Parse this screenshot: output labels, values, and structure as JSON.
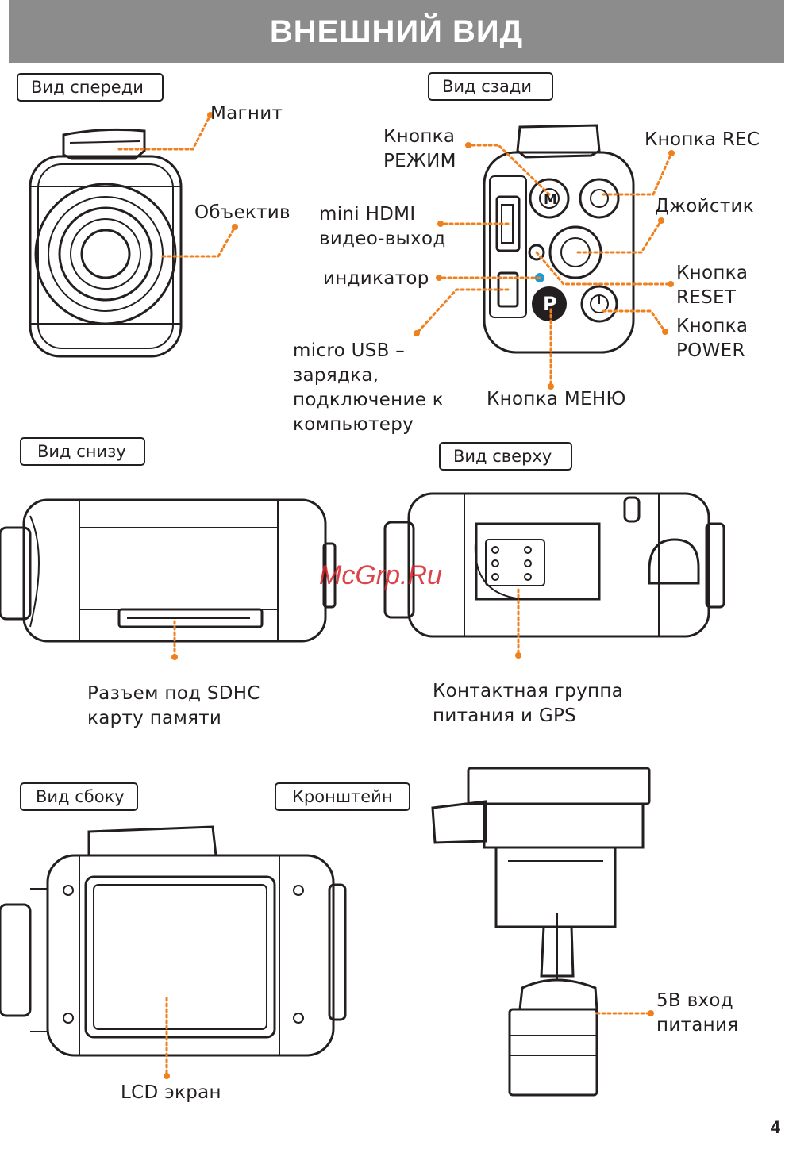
{
  "header": {
    "title": "ВНЕШНИЙ ВИД"
  },
  "views": {
    "front": "Вид спереди",
    "back": "Вид сзади",
    "bottom": "Вид снизу",
    "top": "Вид сверху",
    "side": "Вид сбоку",
    "bracket": "Кронштейн"
  },
  "labels": {
    "magnet": "Магнит",
    "lens": "Объектив",
    "mode_button": "Кнопка\nРЕЖИМ",
    "rec_button": "Кнопка REC",
    "joystick": "Джойстик",
    "hdmi": "mini HDMI\nвидео-выход",
    "indicator": "индикатор",
    "reset_button": "Кнопка\nRESET",
    "power_button": "Кнопка\nPOWER",
    "usb": "micro USB –\nзарядка,\nподключение к\nкомпьютеру",
    "menu_button": "Кнопка МЕНЮ",
    "sd_slot": "Разъем под SDHC\nкарту памяти",
    "contacts": "Контактная группа\nпитания и GPS",
    "power_input": "5В вход\nпитания",
    "lcd": "LCD экран"
  },
  "button_glyphs": {
    "mode": "M",
    "menu": "P"
  },
  "watermark": "McGrp.Ru",
  "page_number": "4",
  "colors": {
    "header_bg": "#8c8c8c",
    "leader": "#f07f1e",
    "indicator_led": "#1e9ad6",
    "watermark": "#d8232a"
  },
  "icons": [
    "power-icon"
  ]
}
